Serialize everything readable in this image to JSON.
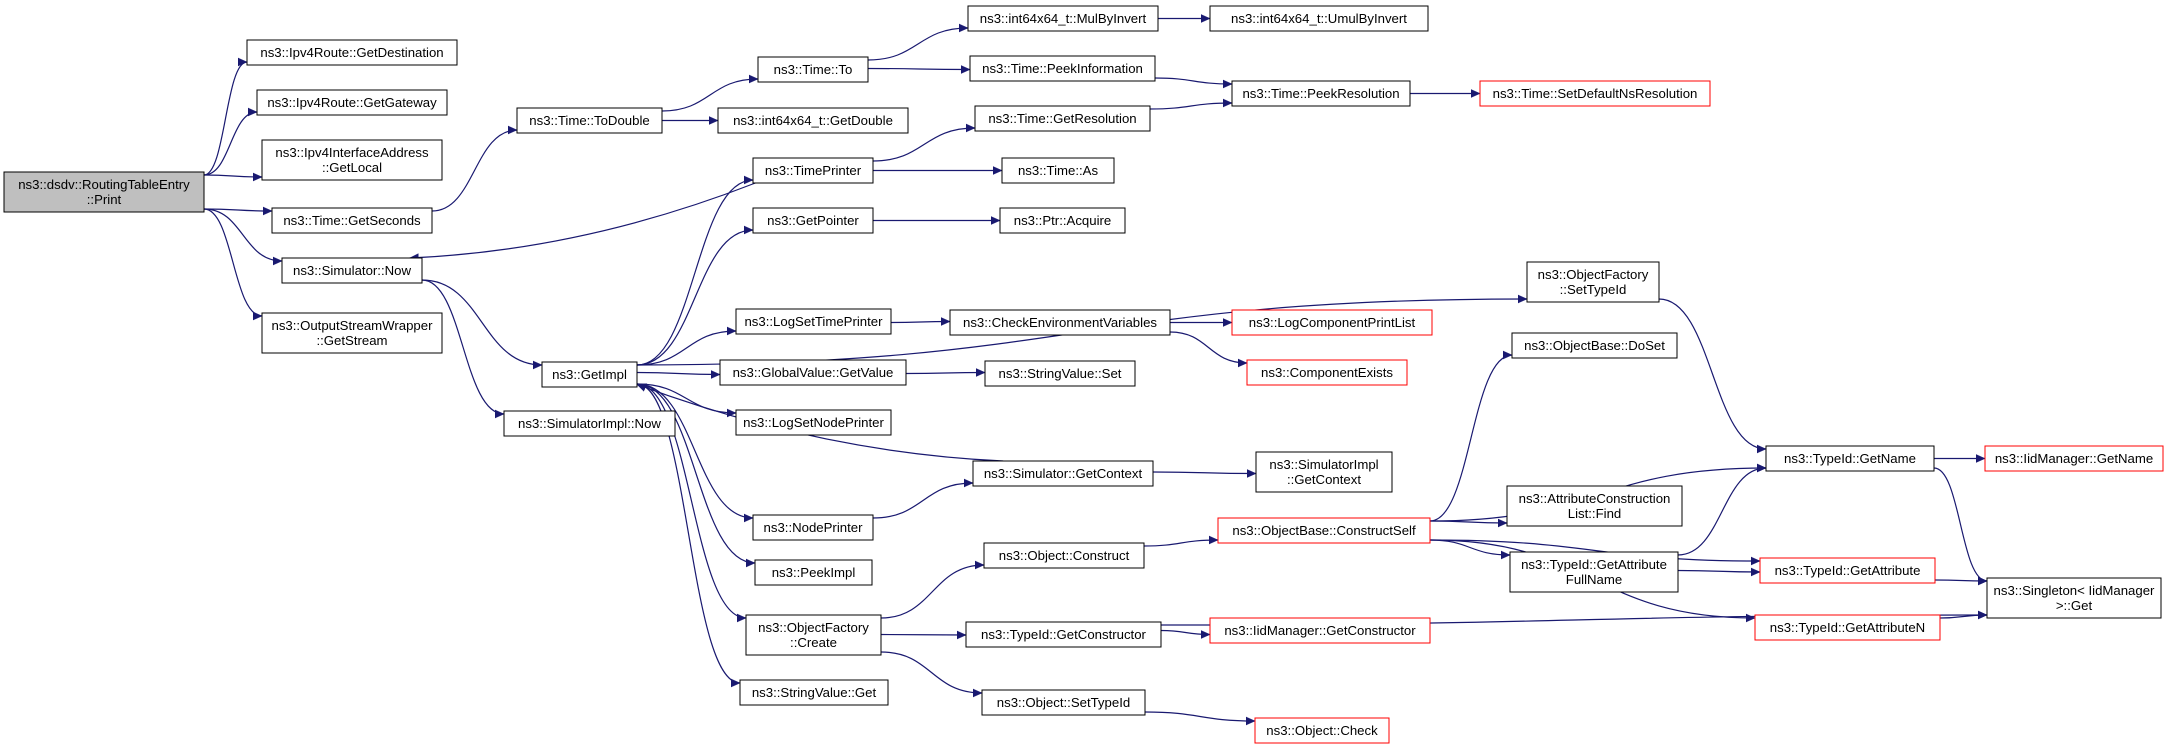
{
  "colors": {
    "edge": "#191970",
    "node_border": "#000000",
    "node_border_truncated": "#ff0000",
    "node_fill": "#ffffff",
    "root_fill": "#bfbfbf"
  },
  "nodes": [
    {
      "id": "root",
      "lines": [
        "ns3::dsdv::RoutingTableEntry",
        "::Print"
      ],
      "root": true
    },
    {
      "id": "getDestination",
      "lines": [
        "ns3::Ipv4Route::GetDestination"
      ]
    },
    {
      "id": "getGateway",
      "lines": [
        "ns3::Ipv4Route::GetGateway"
      ]
    },
    {
      "id": "getLocal",
      "lines": [
        "ns3::Ipv4InterfaceAddress",
        "::GetLocal"
      ]
    },
    {
      "id": "getSeconds",
      "lines": [
        "ns3::Time::GetSeconds"
      ]
    },
    {
      "id": "simNow",
      "lines": [
        "ns3::Simulator::Now"
      ]
    },
    {
      "id": "getStream",
      "lines": [
        "ns3::OutputStreamWrapper",
        "::GetStream"
      ]
    },
    {
      "id": "toDouble",
      "lines": [
        "ns3::Time::ToDouble"
      ]
    },
    {
      "id": "getImpl",
      "lines": [
        "ns3::GetImpl"
      ]
    },
    {
      "id": "simImplNow",
      "lines": [
        "ns3::SimulatorImpl::Now"
      ]
    },
    {
      "id": "timeTo",
      "lines": [
        "ns3::Time::To"
      ]
    },
    {
      "id": "i64GetDouble",
      "lines": [
        "ns3::int64x64_t::GetDouble"
      ]
    },
    {
      "id": "timePrinter",
      "lines": [
        "ns3::TimePrinter"
      ]
    },
    {
      "id": "getPointer",
      "lines": [
        "ns3::GetPointer"
      ]
    },
    {
      "id": "logSetTimePrinter",
      "lines": [
        "ns3::LogSetTimePrinter"
      ]
    },
    {
      "id": "gvGetValue",
      "lines": [
        "ns3::GlobalValue::GetValue"
      ]
    },
    {
      "id": "logSetNodePrinter",
      "lines": [
        "ns3::LogSetNodePrinter"
      ]
    },
    {
      "id": "simGetContext",
      "lines": [
        "ns3::Simulator::GetContext"
      ]
    },
    {
      "id": "nodePrinter",
      "lines": [
        "ns3::NodePrinter"
      ]
    },
    {
      "id": "peekImpl",
      "lines": [
        "ns3::PeekImpl"
      ]
    },
    {
      "id": "ofCreate",
      "lines": [
        "ns3::ObjectFactory",
        "::Create"
      ]
    },
    {
      "id": "svGet",
      "lines": [
        "ns3::StringValue::Get"
      ]
    },
    {
      "id": "mulByInvert",
      "lines": [
        "ns3::int64x64_t::MulByInvert"
      ]
    },
    {
      "id": "peekInformation",
      "lines": [
        "ns3::Time::PeekInformation"
      ]
    },
    {
      "id": "getResolution",
      "lines": [
        "ns3::Time::GetResolution"
      ]
    },
    {
      "id": "timeAs",
      "lines": [
        "ns3::Time::As"
      ]
    },
    {
      "id": "ptrAcquire",
      "lines": [
        "ns3::Ptr::Acquire"
      ]
    },
    {
      "id": "checkEnv",
      "lines": [
        "ns3::CheckEnvironmentVariables"
      ]
    },
    {
      "id": "svSet",
      "lines": [
        "ns3::StringValue::Set"
      ]
    },
    {
      "id": "simImplGetContext",
      "lines": [
        "ns3::SimulatorImpl",
        "::GetContext"
      ]
    },
    {
      "id": "objConstruct",
      "lines": [
        "ns3::Object::Construct"
      ]
    },
    {
      "id": "tidGetConstructor",
      "lines": [
        "ns3::TypeId::GetConstructor"
      ]
    },
    {
      "id": "objSetTypeId",
      "lines": [
        "ns3::Object::SetTypeId"
      ]
    },
    {
      "id": "umulByInvert",
      "lines": [
        "ns3::int64x64_t::UmulByInvert"
      ]
    },
    {
      "id": "peekResolution",
      "lines": [
        "ns3::Time::PeekResolution"
      ]
    },
    {
      "id": "ofSetTypeId",
      "lines": [
        "ns3::ObjectFactory",
        "::SetTypeId"
      ]
    },
    {
      "id": "logComponentPrintList",
      "lines": [
        "ns3::LogComponentPrintList"
      ],
      "truncated": true
    },
    {
      "id": "componentExists",
      "lines": [
        "ns3::ComponentExists"
      ],
      "truncated": true
    },
    {
      "id": "obConstructSelf",
      "lines": [
        "ns3::ObjectBase::ConstructSelf"
      ],
      "truncated": true
    },
    {
      "id": "iidGetConstructor",
      "lines": [
        "ns3::IidManager::GetConstructor"
      ],
      "truncated": true
    },
    {
      "id": "objCheck",
      "lines": [
        "ns3::Object::Check"
      ],
      "truncated": true
    },
    {
      "id": "setDefaultNsResolution",
      "lines": [
        "ns3::Time::SetDefaultNsResolution"
      ],
      "truncated": true
    },
    {
      "id": "obDoSet",
      "lines": [
        "ns3::ObjectBase::DoSet"
      ]
    },
    {
      "id": "acListFind",
      "lines": [
        "ns3::AttributeConstruction",
        "List::Find"
      ]
    },
    {
      "id": "tidGetAttributeFullName",
      "lines": [
        "ns3::TypeId::GetAttribute",
        "FullName"
      ]
    },
    {
      "id": "tidGetName",
      "lines": [
        "ns3::TypeId::GetName"
      ]
    },
    {
      "id": "tidGetAttribute",
      "lines": [
        "ns3::TypeId::GetAttribute"
      ],
      "truncated": true
    },
    {
      "id": "tidGetAttributeN",
      "lines": [
        "ns3::TypeId::GetAttributeN"
      ],
      "truncated": true
    },
    {
      "id": "iidGetName",
      "lines": [
        "ns3::IidManager::GetName"
      ],
      "truncated": true
    },
    {
      "id": "singletonGet",
      "lines": [
        "ns3::Singleton< IidManager",
        ">::Get"
      ]
    }
  ],
  "edges": [
    [
      "root",
      "getDestination"
    ],
    [
      "root",
      "getGateway"
    ],
    [
      "root",
      "getLocal"
    ],
    [
      "root",
      "getSeconds"
    ],
    [
      "root",
      "simNow"
    ],
    [
      "root",
      "getStream"
    ],
    [
      "getSeconds",
      "toDouble"
    ],
    [
      "toDouble",
      "timeTo"
    ],
    [
      "toDouble",
      "i64GetDouble"
    ],
    [
      "timeTo",
      "mulByInvert"
    ],
    [
      "timeTo",
      "peekInformation"
    ],
    [
      "mulByInvert",
      "umulByInvert"
    ],
    [
      "peekInformation",
      "peekResolution"
    ],
    [
      "peekResolution",
      "setDefaultNsResolution"
    ],
    [
      "simNow",
      "getImpl"
    ],
    [
      "simNow",
      "simImplNow"
    ],
    [
      "getImpl",
      "timePrinter"
    ],
    [
      "getImpl",
      "getPointer"
    ],
    [
      "getImpl",
      "ofSetTypeId"
    ],
    [
      "getImpl",
      "logSetTimePrinter"
    ],
    [
      "getImpl",
      "gvGetValue"
    ],
    [
      "getImpl",
      "logSetNodePrinter"
    ],
    [
      "getImpl",
      "nodePrinter"
    ],
    [
      "getImpl",
      "peekImpl"
    ],
    [
      "getImpl",
      "ofCreate"
    ],
    [
      "getImpl",
      "svGet"
    ],
    [
      "timePrinter",
      "simNow"
    ],
    [
      "timePrinter",
      "getResolution"
    ],
    [
      "timePrinter",
      "timeAs"
    ],
    [
      "getResolution",
      "peekResolution"
    ],
    [
      "getPointer",
      "ptrAcquire"
    ],
    [
      "logSetTimePrinter",
      "checkEnv"
    ],
    [
      "checkEnv",
      "logComponentPrintList"
    ],
    [
      "checkEnv",
      "componentExists"
    ],
    [
      "gvGetValue",
      "svSet"
    ],
    [
      "simGetContext",
      "getImpl"
    ],
    [
      "simGetContext",
      "simImplGetContext"
    ],
    [
      "nodePrinter",
      "simGetContext"
    ],
    [
      "ofCreate",
      "objConstruct"
    ],
    [
      "ofCreate",
      "tidGetConstructor"
    ],
    [
      "ofCreate",
      "objSetTypeId"
    ],
    [
      "objConstruct",
      "obConstructSelf"
    ],
    [
      "tidGetConstructor",
      "iidGetConstructor"
    ],
    [
      "tidGetConstructor",
      "singletonGet"
    ],
    [
      "objSetTypeId",
      "objCheck"
    ],
    [
      "ofSetTypeId",
      "tidGetName"
    ],
    [
      "obConstructSelf",
      "obDoSet"
    ],
    [
      "obConstructSelf",
      "tidGetName"
    ],
    [
      "obConstructSelf",
      "tidGetAttribute"
    ],
    [
      "obConstructSelf",
      "acListFind"
    ],
    [
      "obConstructSelf",
      "tidGetAttributeFullName"
    ],
    [
      "obConstructSelf",
      "tidGetAttributeN"
    ],
    [
      "tidGetAttributeFullName",
      "tidGetName"
    ],
    [
      "tidGetAttributeFullName",
      "tidGetAttribute"
    ],
    [
      "tidGetName",
      "iidGetName"
    ],
    [
      "tidGetName",
      "singletonGet"
    ],
    [
      "tidGetAttribute",
      "singletonGet"
    ],
    [
      "tidGetAttributeN",
      "singletonGet"
    ]
  ]
}
